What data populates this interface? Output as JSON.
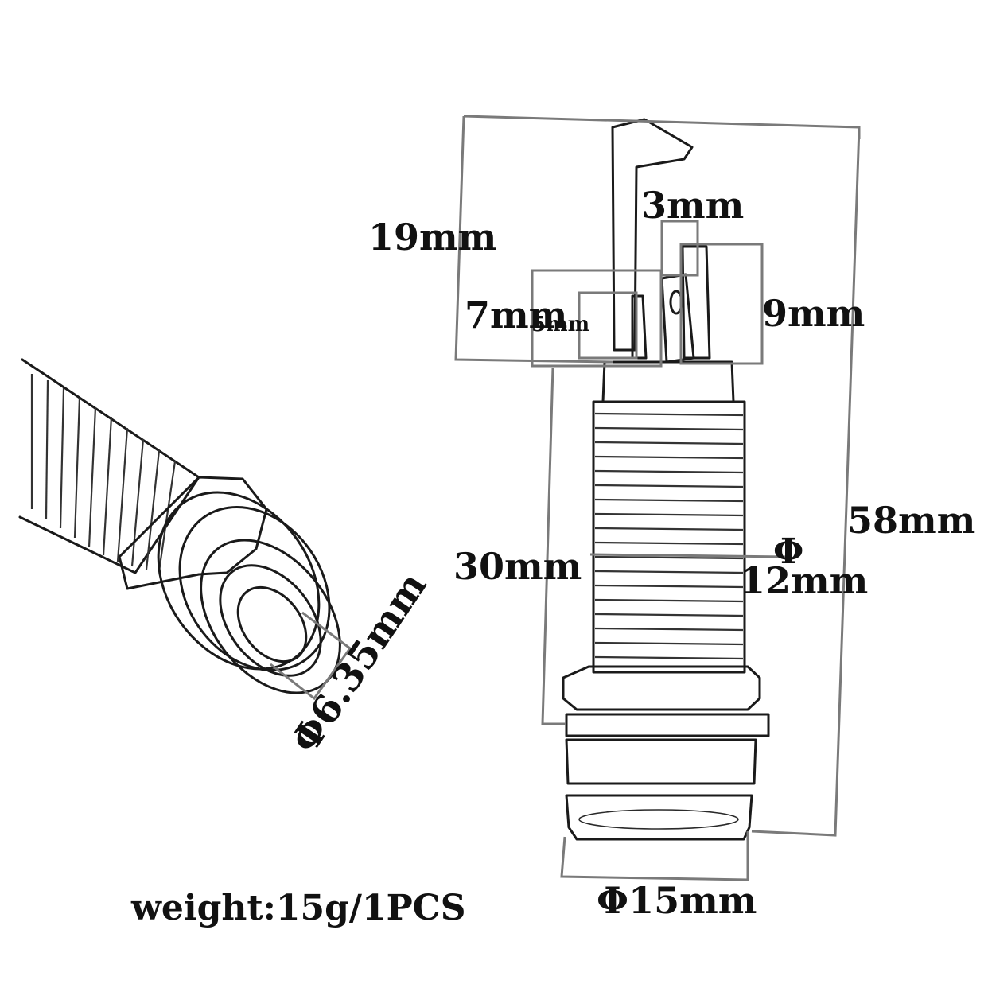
{
  "colors": {
    "background": "#ffffff",
    "ink": "#1a1a1a",
    "dimension_line": "#7a7a7a"
  },
  "labels": {
    "dim_19mm": "19mm",
    "dim_3mm": "3mm",
    "dim_9mm": "9mm",
    "dim_7mm": "7mm",
    "dim_5mm": "5mm",
    "dim_58mm": "58mm",
    "dim_30mm": "30mm",
    "dim_phi": "Φ",
    "dim_12mm": "12mm",
    "dim_15mm": "Φ15mm",
    "dim_6_35mm": "Φ6.35mm",
    "weight": "weight:15g/1PCS"
  }
}
